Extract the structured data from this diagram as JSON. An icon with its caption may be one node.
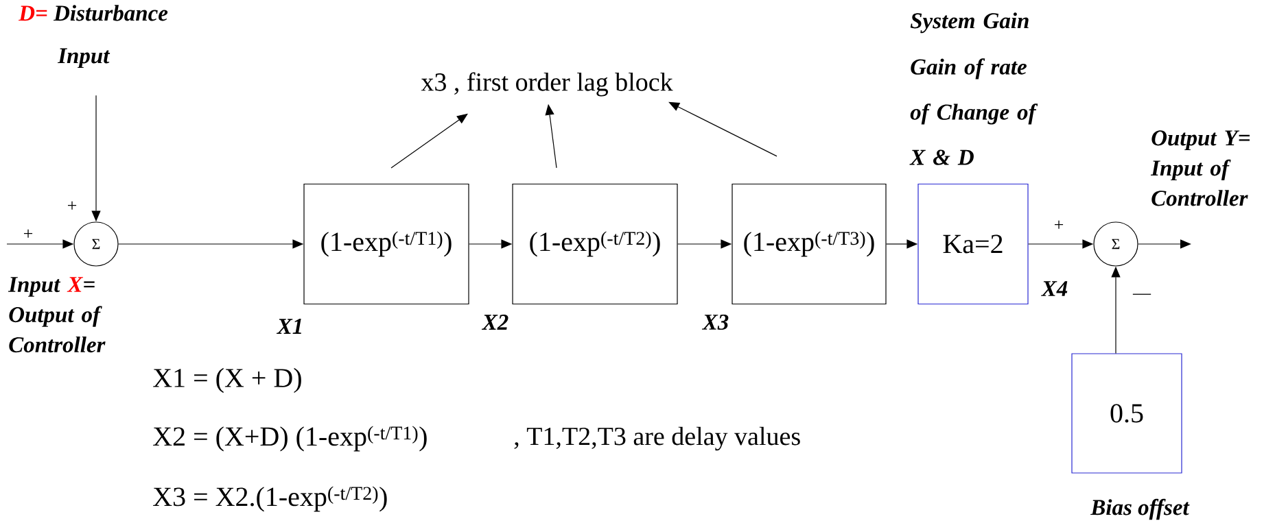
{
  "diagram": {
    "nodes": [
      {
        "text": [
          "**D=** Disturbance",
          "Input"
        ]
      },
      {
        "text": [
          "Σ"
        ]
      },
      {
        "text": [
          "(1-exp$^{(-t/T1)}$)"
        ]
      },
      {
        "text": [
          "(1-exp$^{(-t/T2)}$)"
        ]
      },
      {
        "text": [
          "(1-exp$^{(-t/T3)}$)"
        ]
      },
      {
        "text": [
          "Ka=2"
        ],
        "beside": [
          "System Gain",
          "Gain of rate of Change of X & D"
        ]
      },
      {
        "text": [
          "Σ"
        ]
      },
      {
        "text": [
          "0.5"
        ],
        "beside": [
          "Bias offset"
        ]
      },
      {
        "text": [
          "x3 , first order lag block"
        ]
      }
    ],
    "edges": [
      {
        "from": 0,
        "to": 1,
        "arrow": "to"
      },
      {
        "from": null,
        "to": 1,
        "arrow": "to"
      },
      {
        "from": 1,
        "to": 2,
        "arrow": "to"
      },
      {
        "from": 2,
        "to": 3,
        "arrow": "to"
      },
      {
        "from": 3,
        "to": 4,
        "arrow": "to"
      },
      {
        "from": 4,
        "to": 5,
        "arrow": "to"
      },
      {
        "from": 5,
        "to": 6,
        "arrow": "to"
      },
      {
        "from": 7,
        "to": 6,
        "arrow": "to"
      },
      {
        "from": 6,
        "to": null,
        "arrow": "to"
      },
      {
        "from": 2,
        "to": 8,
        "arrow": "to"
      },
      {
        "from": 3,
        "to": 8,
        "arrow": "to"
      },
      {
        "from": 4,
        "to": 8,
        "arrow": "to"
      }
    ],
    "labels": [
      "+",
      "+",
      "Input **X**= Output of Controller",
      "X1",
      "X2",
      "X3",
      "+",
      "X4",
      "—",
      "Output Y= Input of Controller",
      "X1 = (X + D)",
      "X2 = (X+D) (1-exp$^{(-t/T1)}$)",
      ", T1,T2,T3 are delay values",
      "X3 = X2.(1-exp$^{(-t/T2)}$)"
    ]
  }
}
